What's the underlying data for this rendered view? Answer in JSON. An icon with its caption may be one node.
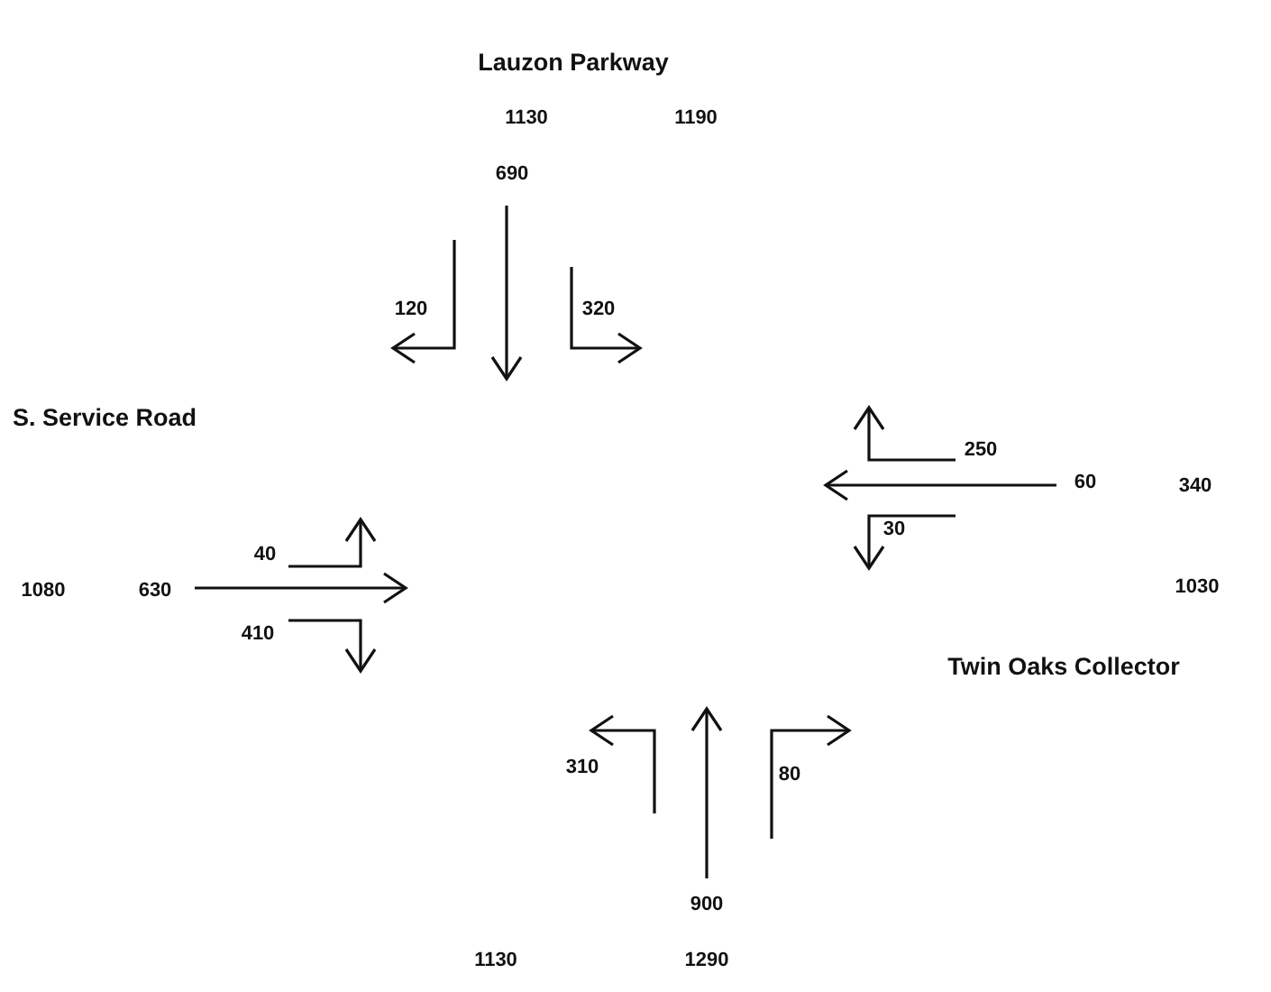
{
  "diagram": {
    "labels": [
      "Lauzon Parkway",
      "1130",
      "1190",
      "690",
      "120",
      "320",
      "S. Service Road",
      "250",
      "60",
      "340",
      "30",
      "40",
      "1080",
      "630",
      "410",
      "1030",
      "Twin Oaks Collector",
      "310",
      "80",
      "900",
      "1130",
      "1290"
    ]
  }
}
